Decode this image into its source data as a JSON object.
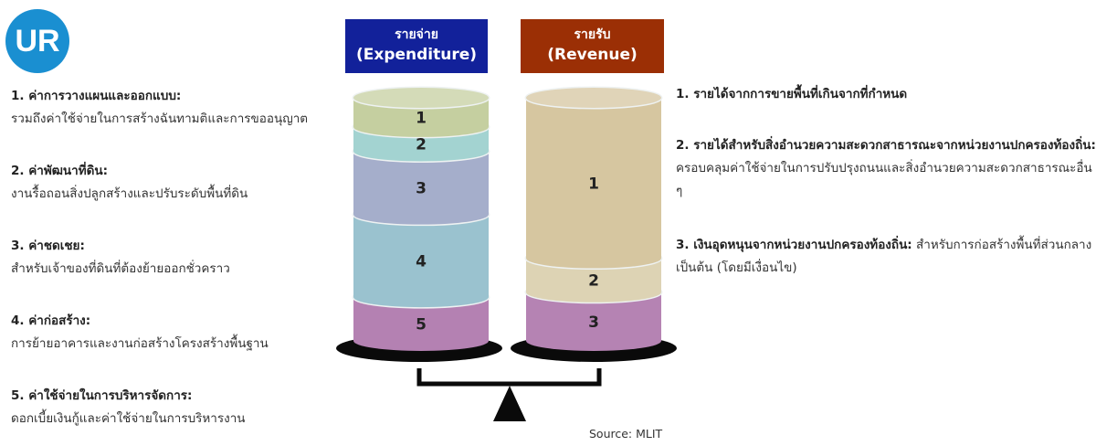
{
  "logo": "UR",
  "expenditure_header": {
    "th": "รายจ่าย",
    "en": "(Expenditure)",
    "color": "#12219a"
  },
  "revenue_header": {
    "th": "รายรับ",
    "en": "(Revenue)",
    "color": "#9b2f05"
  },
  "expenditure_items": [
    {
      "title": "1. ค่าการวางแผนและออกแบบ:",
      "desc": "รวมถึงค่าใช้จ่ายในการสร้างฉันทามติและการขออนุญาต"
    },
    {
      "title": "2. ค่าพัฒนาที่ดิน:",
      "desc": "งานรื้อถอนสิ่งปลูกสร้างและปรับระดับพื้นที่ดิน"
    },
    {
      "title": "3. ค่าชดเชย:",
      "desc": "สำหรับเจ้าของที่ดินที่ต้องย้ายออกชั่วคราว"
    },
    {
      "title": "4. ค่าก่อสร้าง:",
      "desc": "การย้ายอาคารและงานก่อสร้างโครงสร้างพื้นฐาน"
    },
    {
      "title": "5. ค่าใช้จ่ายในการบริหารจัดการ:",
      "desc": "ดอกเบี้ยเงินกู้และค่าใช้จ่ายในการบริหารงาน"
    }
  ],
  "revenue_items": [
    {
      "title": "1. รายได้จากการขายพื้นที่เกินจากที่กำหนด"
    },
    {
      "title": "2. รายได้สำหรับสิ่งอำนวยความสะดวกสาธารณะจากหน่วยงานปกครองท้องถิ่น:",
      "desc": "ครอบคลุมค่าใช้จ่ายในการปรับปรุงถนนและสิ่งอำนวยความสะดวกสาธารณะอื่น ๆ"
    },
    {
      "title": "3. เงินอุดหนุนจากหน่วยงานปกครองท้องถิ่น:",
      "desc": "สำหรับการก่อสร้างพื้นที่ส่วนกลาง เป็นต้น (โดยมีเงื่อนไข)"
    }
  ],
  "expenditure_segments": [
    {
      "label": "1",
      "color": "#c5cfa0",
      "share": 0.12
    },
    {
      "label": "2",
      "color": "#a3d3d1",
      "share": 0.1
    },
    {
      "label": "3",
      "color": "#a5aecb",
      "share": 0.26
    },
    {
      "label": "4",
      "color": "#9ac2cf",
      "share": 0.34
    },
    {
      "label": "5",
      "color": "#b481b2",
      "share": 0.18
    }
  ],
  "revenue_segments": [
    {
      "label": "1",
      "color": "#d6c6a0",
      "share": 0.66
    },
    {
      "label": "2",
      "color": "#ddd3b4",
      "share": 0.14
    },
    {
      "label": "3",
      "color": "#b583b3",
      "share": 0.2
    }
  ],
  "source": "Source: MLIT"
}
